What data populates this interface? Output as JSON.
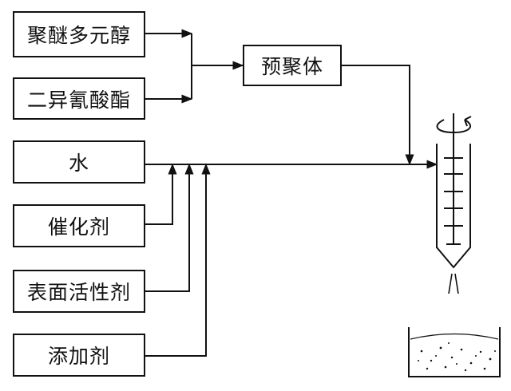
{
  "inputs": {
    "polyether_polyol": "聚醚多元醇",
    "diisocyanate": "二异氰酸酯",
    "water": "水",
    "catalyst": "催化剂",
    "surfactant": "表面活性剂",
    "additive": "添加剂"
  },
  "prepolymer": "预聚体"
}
